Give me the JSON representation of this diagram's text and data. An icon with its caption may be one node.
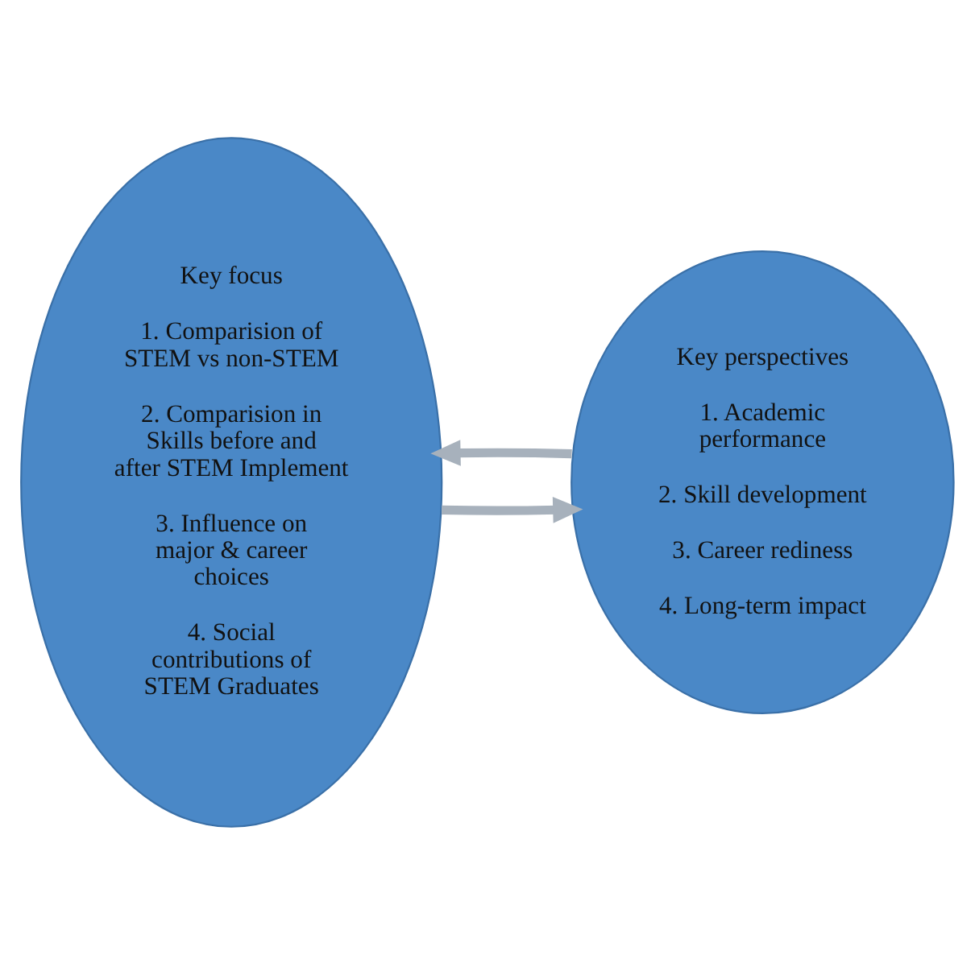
{
  "diagram": {
    "nodes": [
      {
        "text": [
          "Key focus",
          "1. Comparision of STEM vs non-STEM",
          "2. Comparision in Skills before and after STEM Implement",
          "3. Influence on major & career choices",
          "4. Social contributions of STEM Graduates"
        ]
      },
      {
        "text": [
          "Key perspectives",
          "1. Academic performance",
          "2. Skill development",
          "3. Career rediness",
          "4. Long-term impact"
        ]
      }
    ],
    "edges": [
      {
        "from": 0,
        "to": 1,
        "arrow": "to"
      },
      {
        "from": 1,
        "to": 0,
        "arrow": "to"
      }
    ]
  }
}
